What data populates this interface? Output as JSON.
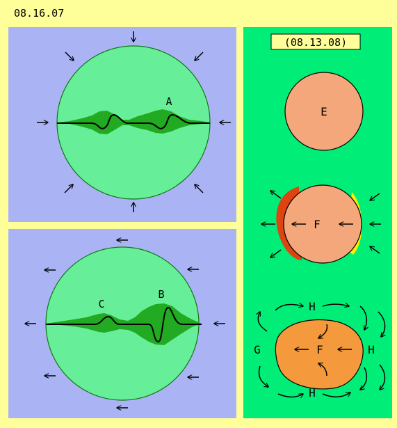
{
  "header": {
    "date": "08.16.07"
  },
  "right_panel": {
    "date": "(08.13.08)"
  },
  "labels": {
    "a": "A",
    "b": "B",
    "c": "C",
    "e": "E",
    "f1": "F",
    "f2": "F",
    "g": "G",
    "h_top": "H",
    "h_right": "H",
    "h_bottom": "H"
  },
  "colors": {
    "background": "#ffff99",
    "panel_blue": "#aab4f4",
    "panel_green": "#00ee77",
    "disc": "#66ee99",
    "band": "#22aa22",
    "orb_peach": "#f4a77a",
    "orb_red": "#dd4411",
    "orb_yellow": "#ffee00",
    "orb_orange": "#f49a3c"
  }
}
